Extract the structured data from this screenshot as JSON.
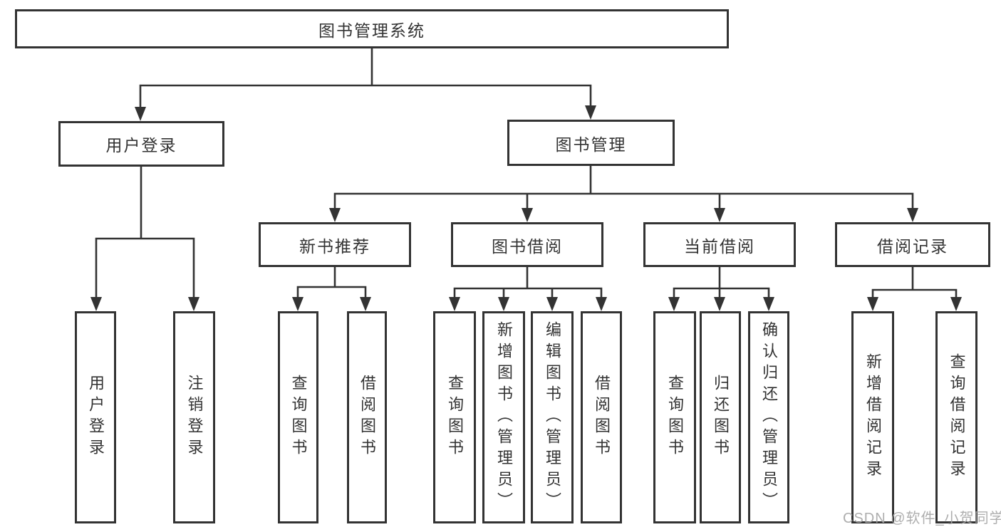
{
  "diagram": {
    "title": "图书管理系统",
    "branches": [
      {
        "label": "用户登录",
        "children": [
          {
            "label": "用户登录"
          },
          {
            "label": "注销登录"
          }
        ]
      },
      {
        "label": "图书管理",
        "children": [
          {
            "label": "新书推荐",
            "children": [
              {
                "label": "查询图书"
              },
              {
                "label": "借阅图书"
              }
            ]
          },
          {
            "label": "图书借阅",
            "children": [
              {
                "label": "查询图书"
              },
              {
                "label": "新增图书（管理员）"
              },
              {
                "label": "编辑图书（管理员）"
              },
              {
                "label": "借阅图书"
              }
            ]
          },
          {
            "label": "当前借阅",
            "children": [
              {
                "label": "查询图书"
              },
              {
                "label": "归还图书"
              },
              {
                "label": "确认归还（管理员）"
              }
            ]
          },
          {
            "label": "借阅记录",
            "children": [
              {
                "label": "新增借阅记录"
              },
              {
                "label": "查询借阅记录"
              }
            ]
          }
        ]
      }
    ]
  },
  "watermark": {
    "text": "CSDN @软件_小贺同学"
  },
  "colors": {
    "line": "#333333",
    "box_border": "#333333",
    "box_fill": "#ffffff",
    "text": "#333333",
    "watermark": "#a6a6a6",
    "background": "#ffffff"
  }
}
